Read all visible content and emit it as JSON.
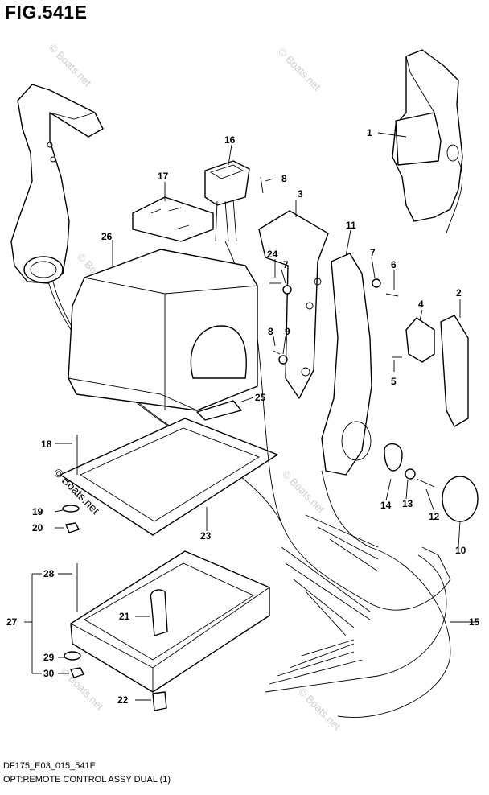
{
  "figure": {
    "title": "FIG.541E",
    "code": "DF175_E03_015_541E",
    "caption": "OPT:REMOTE CONTROL ASSY DUAL (1)",
    "watermark": "© Boats.net"
  },
  "callouts": [
    "1",
    "2",
    "3",
    "4",
    "5",
    "6",
    "7",
    "7",
    "8",
    "8",
    "9",
    "10",
    "11",
    "12",
    "13",
    "14",
    "15",
    "16",
    "17",
    "18",
    "19",
    "20",
    "21",
    "22",
    "23",
    "24",
    "25",
    "26",
    "27",
    "28",
    "29",
    "30"
  ]
}
